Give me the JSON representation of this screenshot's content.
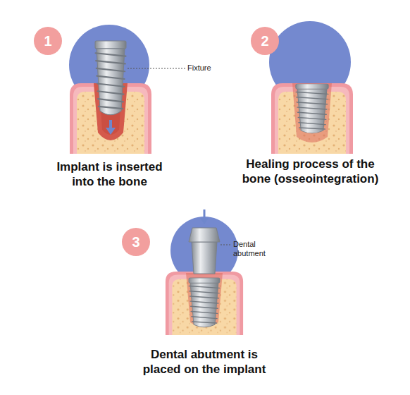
{
  "diagram": {
    "nodes": [
      {
        "text": [
          "1"
        ]
      },
      {
        "text": [
          "2"
        ]
      },
      {
        "text": [
          "3"
        ]
      }
    ],
    "labels": [
      "Fixture",
      "Implant is inserted into the bone",
      "Healing process of the bone (osseointegration)",
      "Dental abutment",
      "Dental abutment is placed on the implant"
    ]
  }
}
